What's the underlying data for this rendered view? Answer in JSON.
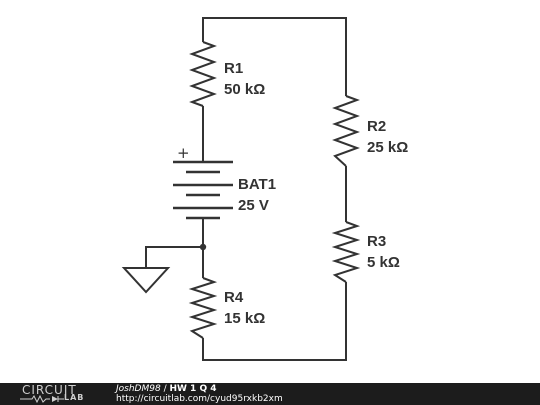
{
  "components": {
    "r1": {
      "name": "R1",
      "value": "50 kΩ"
    },
    "r2": {
      "name": "R2",
      "value": "25 kΩ"
    },
    "r3": {
      "name": "R3",
      "value": "5 kΩ"
    },
    "r4": {
      "name": "R4",
      "value": "15 kΩ"
    },
    "bat1": {
      "name": "BAT1",
      "value": "25 V",
      "polarity": "+"
    }
  },
  "footer": {
    "logo_top": "CIRCUIT",
    "logo_bottom": "LAB",
    "username": "JoshDM98",
    "separator": " / ",
    "title": "HW 1 Q 4",
    "url": "http://circuitlab.com/cyud95rxkb2xm"
  }
}
